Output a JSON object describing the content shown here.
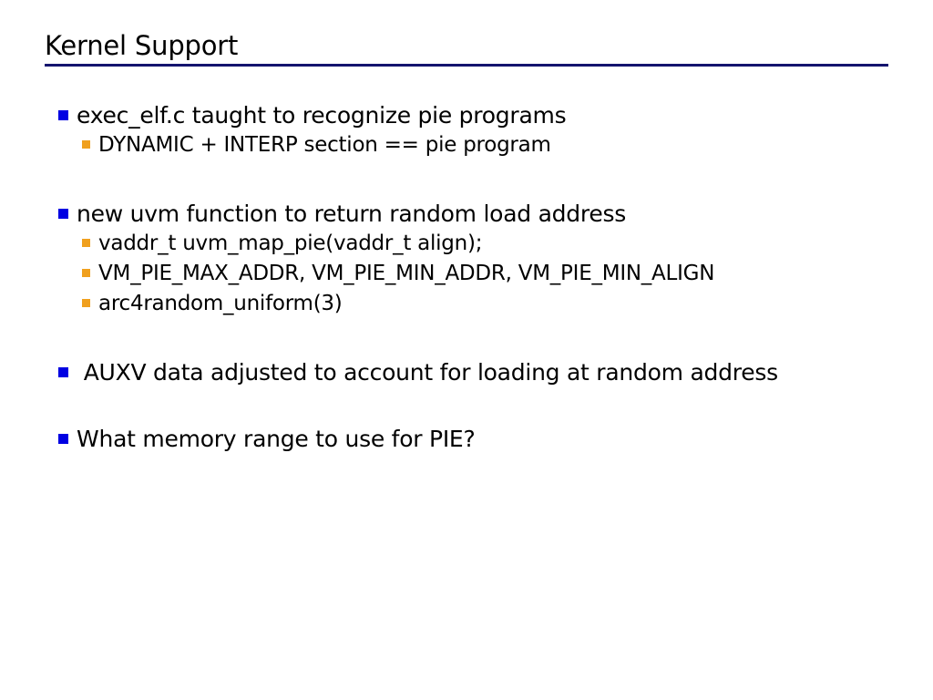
{
  "slide": {
    "title": "Kernel Support",
    "rule_color": "#14146e",
    "background_color": "#ffffff",
    "text_color": "#000000",
    "bullet_level1_color": "#0000e2",
    "bullet_level2_color": "#f0a01e",
    "bullets": [
      {
        "level": 1,
        "text": "exec_elf.c taught to recognize pie programs"
      },
      {
        "level": 2,
        "text": "DYNAMIC + INTERP section == pie program"
      },
      {
        "level": 1,
        "text": "new uvm function to return random load address"
      },
      {
        "level": 2,
        "text": "vaddr_t uvm_map_pie(vaddr_t align);"
      },
      {
        "level": 2,
        "text": "VM_PIE_MAX_ADDR, VM_PIE_MIN_ADDR, VM_PIE_MIN_ALIGN"
      },
      {
        "level": 2,
        "text": "arc4random_uniform(3)"
      },
      {
        "level": 1,
        "text": " AUXV data adjusted to account for loading at random address"
      },
      {
        "level": 1,
        "text": "What memory range to use for PIE?"
      }
    ]
  }
}
